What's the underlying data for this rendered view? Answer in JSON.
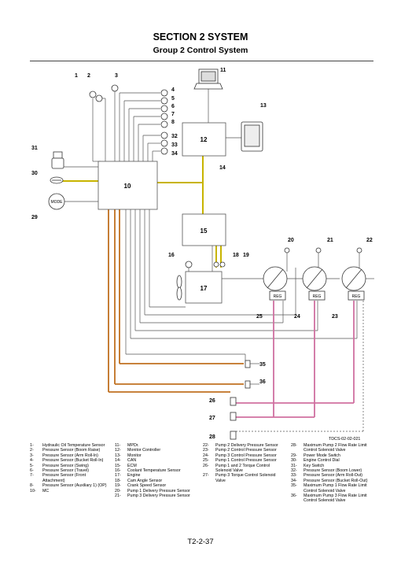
{
  "header": {
    "section_title": "SECTION 2 SYSTEM",
    "group_title": "Group 2 Control System"
  },
  "diagram": {
    "box_labels": {
      "mc": "10",
      "monitor_controller": "12",
      "ecm": "15",
      "engine": "17"
    },
    "callouts": {
      "c1": "1",
      "c2": "2",
      "c3": "3",
      "c4": "4",
      "c5": "5",
      "c6": "6",
      "c7": "7",
      "c8": "8",
      "c11": "11",
      "c13": "13",
      "c14": "14",
      "c16": "16",
      "c18": "18",
      "c19": "19",
      "c20": "20",
      "c21": "21",
      "c22": "22",
      "c23": "23",
      "c24": "24",
      "c25": "25",
      "c26": "26",
      "c27": "27",
      "c28": "28",
      "c29": "29",
      "c30": "30",
      "c31": "31",
      "c32": "32",
      "c33": "33",
      "c34": "34",
      "c35": "35",
      "c36": "36"
    },
    "mode_label": "MODE",
    "reg_label": "REG",
    "figure_code": "TDCS-02-02-021",
    "colors": {
      "can_line": "#c8b400",
      "mc_to_solenoid": "#c07020",
      "pump_control": "#d070a0",
      "signal": "#555555"
    }
  },
  "legend": {
    "col1": [
      {
        "num": "1-",
        "text": "Hydraulic Oil Temperature Sensor"
      },
      {
        "num": "2-",
        "text": "Pressure Sensor (Boom Raise)"
      },
      {
        "num": "3-",
        "text": "Pressure Sensor (Arm Roll-In)"
      },
      {
        "num": "4-",
        "text": "Pressure Sensor (Bucket Roll-In)"
      },
      {
        "num": "5-",
        "text": "Pressure Sensor (Swing)"
      },
      {
        "num": "6-",
        "text": "Pressure Sensor (Travel)"
      },
      {
        "num": "7-",
        "text": "Pressure Sensor (Front Attachment)"
      },
      {
        "num": "8-",
        "text": "Pressure Sensor (Auxiliary 1) (OP)"
      },
      {
        "num": "10-",
        "text": "MC"
      }
    ],
    "col2": [
      {
        "num": "11-",
        "text": "MPDr."
      },
      {
        "num": "12-",
        "text": "Monitor Controller"
      },
      {
        "num": "13-",
        "text": "Monitor"
      },
      {
        "num": "14-",
        "text": "CAN"
      },
      {
        "num": "15-",
        "text": "ECM"
      },
      {
        "num": "16-",
        "text": "Coolant Temperature Sensor"
      },
      {
        "num": "17-",
        "text": "Engine"
      },
      {
        "num": "18-",
        "text": "Cam Angle Sensor"
      },
      {
        "num": "19-",
        "text": "Crank Speed Sensor"
      },
      {
        "num": "20-",
        "text": "Pump 1 Delivery Pressure Sensor"
      },
      {
        "num": "21-",
        "text": "Pump 3 Delivery Pressure Sensor"
      }
    ],
    "col3": [
      {
        "num": "22-",
        "text": "Pump 2 Delivery Pressure Sensor"
      },
      {
        "num": "23-",
        "text": "Pump 2 Control Pressure Sensor"
      },
      {
        "num": "24-",
        "text": "Pump 3 Control Pressure Sensor"
      },
      {
        "num": "25-",
        "text": "Pump 1 Control Pressure Sensor"
      },
      {
        "num": "26-",
        "text": "Pump 1 and 2 Torque Control Solenoid Valve"
      },
      {
        "num": "27-",
        "text": "Pump 3 Torque Control Solenoid Valve"
      }
    ],
    "col4": [
      {
        "num": "28-",
        "text": "Maximum Pump 2 Flow Rate Limit Control Solenoid Valve"
      },
      {
        "num": "29-",
        "text": "Power Mode Switch"
      },
      {
        "num": "30-",
        "text": "Engine Control Dial"
      },
      {
        "num": "31-",
        "text": "Key Switch"
      },
      {
        "num": "32-",
        "text": "Pressure Sensor (Boom Lower)"
      },
      {
        "num": "33-",
        "text": "Pressure Sensor (Arm Roll-Out)"
      },
      {
        "num": "34-",
        "text": "Pressure Sensor (Bucket Roll-Out)"
      },
      {
        "num": "35-",
        "text": "Maximum Pump 1 Flow Rate Limit Control Solenoid Valve"
      },
      {
        "num": "36-",
        "text": "Maximum Pump 3 Flow Rate Limit Control Solenoid Valve"
      }
    ]
  },
  "footer": {
    "page_number": "T2-2-37"
  }
}
